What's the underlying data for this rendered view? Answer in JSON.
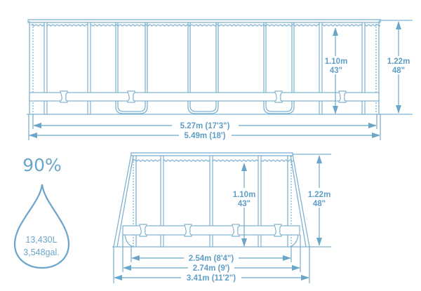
{
  "side_view": {
    "water_depth": {
      "metric": "1.10m",
      "imperial": "43\""
    },
    "wall_height": {
      "metric": "1.22m",
      "imperial": "48\""
    },
    "inner_length": "5.27m (17'3\")",
    "outer_length": "5.49m (18')"
  },
  "end_view": {
    "water_depth": {
      "metric": "1.10m",
      "imperial": "43\""
    },
    "wall_height": {
      "metric": "1.22m",
      "imperial": "48\""
    },
    "inner_width": "2.54m (8'4\")",
    "outer_width": "2.74m (9')",
    "leg_span": "3.41m (11'2\")"
  },
  "capacity": {
    "fill_level": "90%",
    "liters": "13,430L",
    "gallons": "3,548gal."
  },
  "colors": {
    "line": "#7fb2d0",
    "text": "#5f9ec5"
  }
}
